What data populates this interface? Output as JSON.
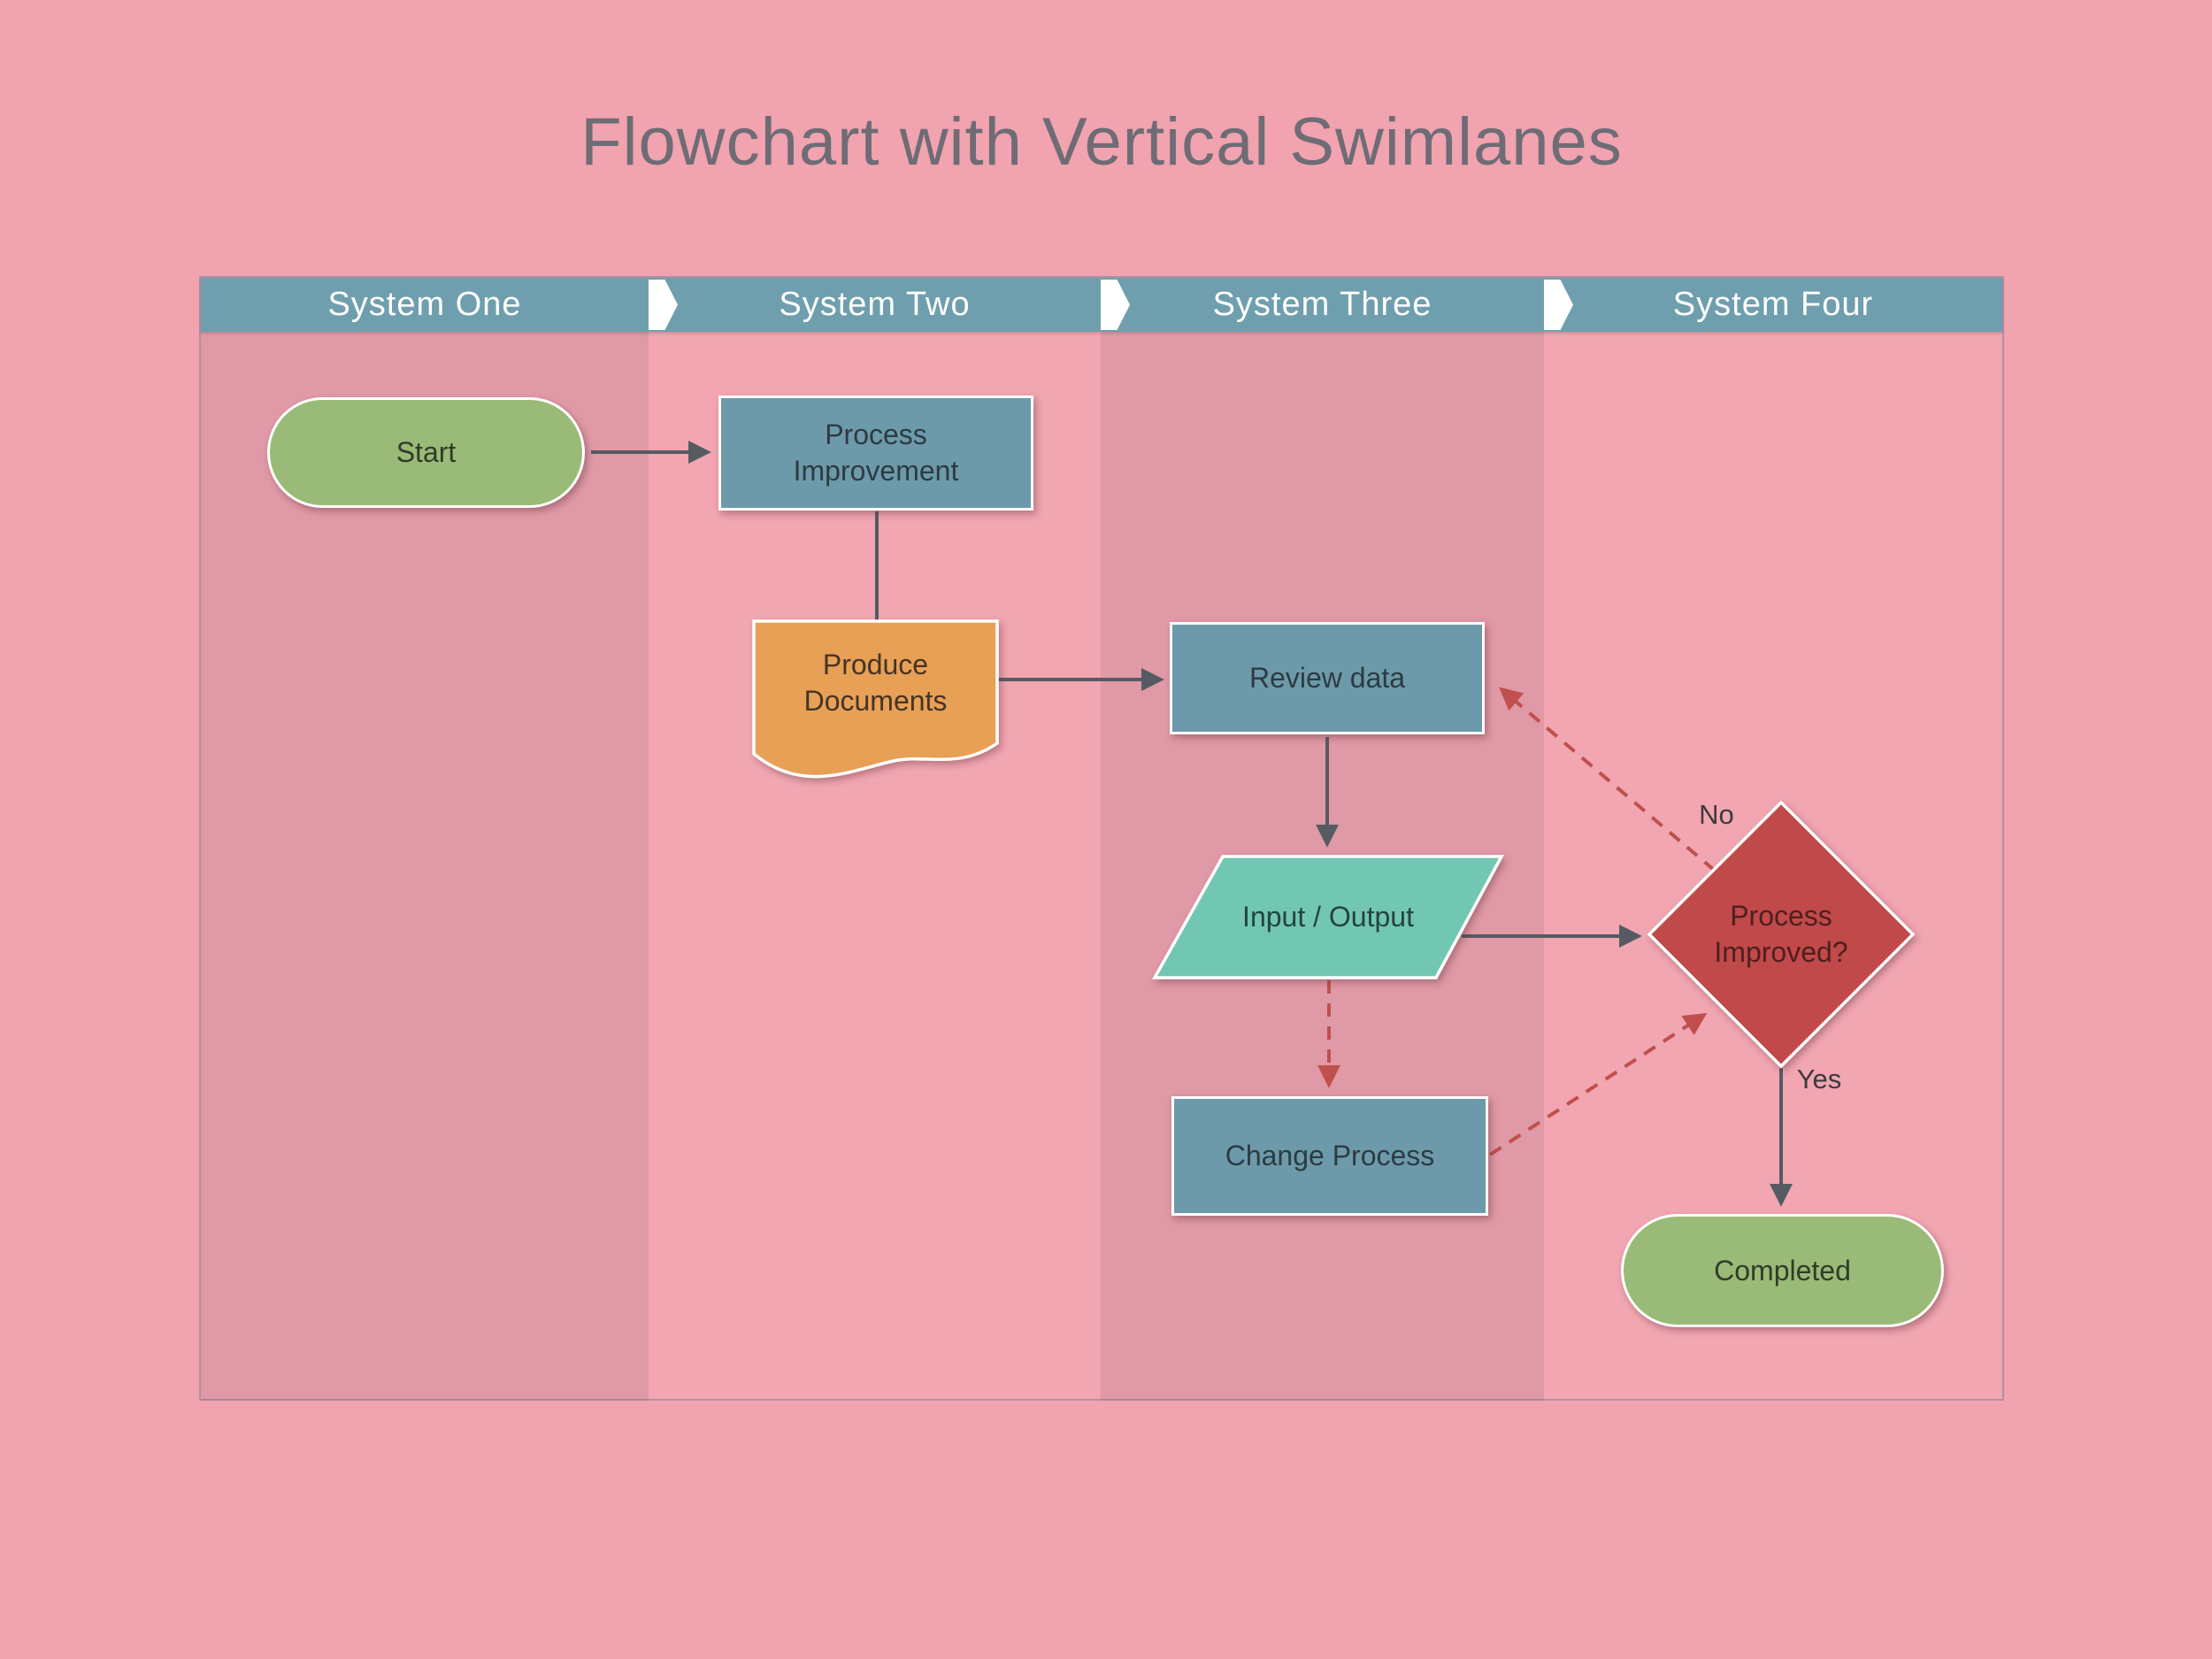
{
  "title": "Flowchart with Vertical Swimlanes",
  "lanes": [
    {
      "label": "System One"
    },
    {
      "label": "System Two"
    },
    {
      "label": "System Three"
    },
    {
      "label": "System Four"
    }
  ],
  "nodes": {
    "start": {
      "label": "Start",
      "shape": "terminator",
      "color": "#9aba77"
    },
    "process_improvement": {
      "label": "Process Improvement",
      "shape": "process",
      "color": "#6d9aaa"
    },
    "produce_documents": {
      "label": "Produce Documents",
      "shape": "document",
      "color": "#e7a057"
    },
    "review_data": {
      "label": "Review data",
      "shape": "process",
      "color": "#6d9aaa"
    },
    "input_output": {
      "label": "Input / Output",
      "shape": "parallelogram",
      "color": "#72c7b2"
    },
    "change_process": {
      "label": "Change Process",
      "shape": "process",
      "color": "#6d9aaa"
    },
    "process_improved": {
      "label": "Process Improved?",
      "shape": "decision",
      "color": "#c04a48"
    },
    "completed": {
      "label": "Completed",
      "shape": "terminator",
      "color": "#9aba77"
    }
  },
  "edges": [
    {
      "from": "start",
      "to": "process_improvement",
      "style": "solid",
      "label": ""
    },
    {
      "from": "process_improvement",
      "to": "produce_documents",
      "style": "solid",
      "label": ""
    },
    {
      "from": "produce_documents",
      "to": "review_data",
      "style": "solid",
      "label": ""
    },
    {
      "from": "review_data",
      "to": "input_output",
      "style": "solid",
      "label": ""
    },
    {
      "from": "input_output",
      "to": "process_improved",
      "style": "solid",
      "label": ""
    },
    {
      "from": "input_output",
      "to": "change_process",
      "style": "dashed",
      "label": ""
    },
    {
      "from": "change_process",
      "to": "process_improved",
      "style": "dashed",
      "label": ""
    },
    {
      "from": "process_improved",
      "to": "review_data",
      "style": "dashed",
      "label": "No"
    },
    {
      "from": "process_improved",
      "to": "completed",
      "style": "solid",
      "label": "Yes"
    }
  ],
  "edge_labels": {
    "no": "No",
    "yes": "Yes"
  },
  "colors": {
    "background_pink": "#f1a3af",
    "lane_dark_pink": "#e7a3ae",
    "lane_light_pink": "#f2a5b1",
    "header_teal": "#6f9fae",
    "process_blue": "#6d9aaa",
    "terminator_green": "#9aba77",
    "document_orange": "#e7a057",
    "io_teal": "#72c7b2",
    "decision_red": "#c04a48",
    "connector_gray": "#565b62",
    "connector_red": "#c0504d",
    "title_gray": "#6e6c75",
    "header_text": "#ffffff"
  }
}
